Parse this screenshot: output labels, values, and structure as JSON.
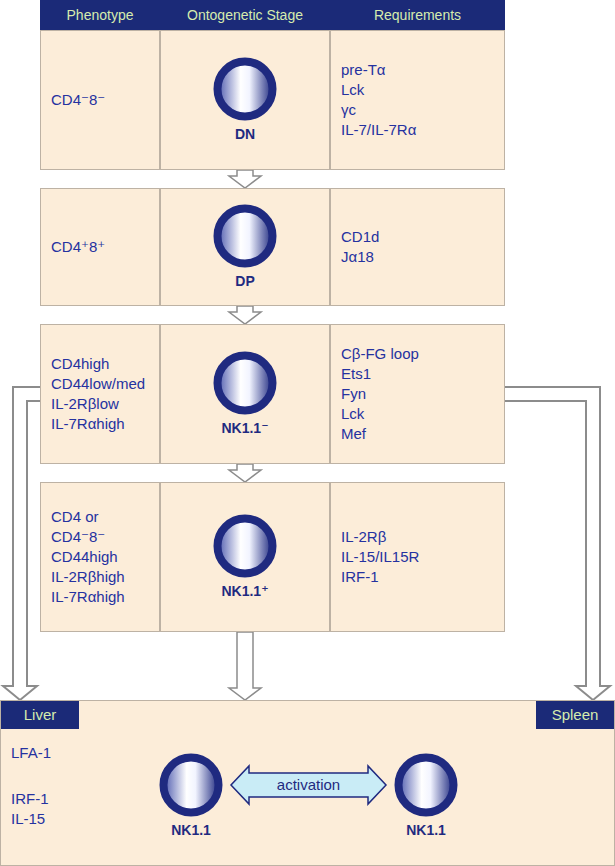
{
  "diagram": {
    "nodes": [
      {
        "text": [
          "CD4⁻8⁻"
        ]
      },
      {
        "text": [
          "DN"
        ]
      },
      {
        "text": [
          "pre-Tα",
          "Lck",
          "γc",
          "IL-7/IL-7Rα"
        ]
      },
      {
        "text": [
          "CD4⁺8⁺"
        ]
      },
      {
        "text": [
          "DP"
        ]
      },
      {
        "text": [
          "CD1d",
          "Jα18"
        ]
      },
      {
        "text": [
          "CD4high",
          "CD44low/med",
          "IL-2Rβlow",
          "IL-7Rαhigh"
        ]
      },
      {
        "text": [
          "NK1.1⁻"
        ]
      },
      {
        "text": [
          "Cβ-FG loop",
          "Ets1",
          "Fyn",
          "Lck",
          "Mef"
        ]
      },
      {
        "text": [
          "CD4 or",
          "CD4⁻8⁻",
          "CD44high",
          "IL-2Rβhigh",
          "IL-7Rαhigh"
        ]
      },
      {
        "text": [
          "NK1.1⁺"
        ]
      },
      {
        "text": [
          "IL-2Rβ",
          "IL-15/IL15R",
          "IRF-1"
        ]
      },
      {
        "text": [
          "Liver",
          "LFA-1",
          "IRF-1",
          "IL-15",
          "Spleen"
        ]
      },
      {
        "text": [
          "NK1.1"
        ],
        "in": 12
      },
      {
        "text": [
          "NK1.1"
        ],
        "in": 12
      }
    ],
    "edges": [
      {
        "from": 1,
        "to": 4,
        "arrow": "to"
      },
      {
        "from": 4,
        "to": 7,
        "arrow": "to"
      },
      {
        "from": 7,
        "to": 10,
        "arrow": "to"
      },
      {
        "from": 10,
        "to": 12,
        "arrow": "to"
      },
      {
        "from": 6,
        "to": 12,
        "arrow": "to"
      },
      {
        "from": 8,
        "to": 12,
        "arrow": "to"
      },
      {
        "from": 13,
        "to": 14,
        "label": "activation",
        "arrow": "both"
      }
    ],
    "labels": [
      "Phenotype",
      "Ontogenetic Stage",
      "Requirements"
    ]
  }
}
